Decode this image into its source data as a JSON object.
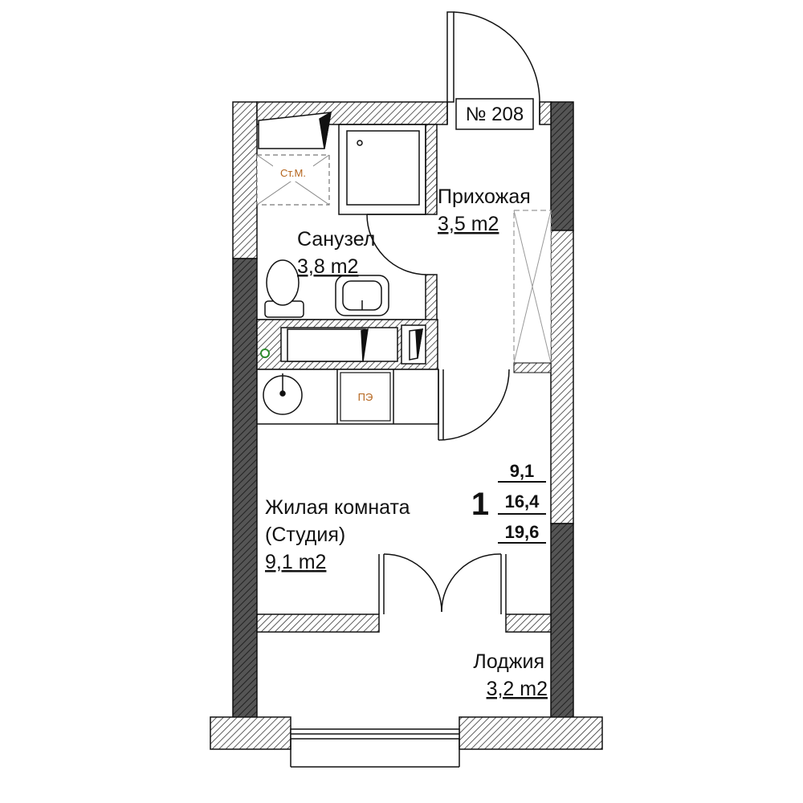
{
  "apartment": {
    "number_label": "№ 208",
    "rooms_count": "1",
    "area_living": "9,1",
    "area_total_no_loggia": "16,4",
    "area_total": "19,6"
  },
  "rooms": {
    "bathroom": {
      "name": "Санузел",
      "area": "3,8 m2"
    },
    "hallway": {
      "name": "Прихожая",
      "area": "3,5 m2"
    },
    "living": {
      "name_line1": "Жилая комната",
      "name_line2": "(Студия)",
      "area": "9,1 m2"
    },
    "loggia": {
      "name": "Лоджия",
      "area": "3,2 m2"
    }
  },
  "fixtures": {
    "washing_machine": "Ст.М.",
    "electric_stove": "ПЭ"
  },
  "colors": {
    "wall_dark": "#4a4a4a",
    "hatch": "#333333",
    "line": "#111111",
    "fixture_label": "#b5651d",
    "accent_green": "#2e8b2e"
  }
}
